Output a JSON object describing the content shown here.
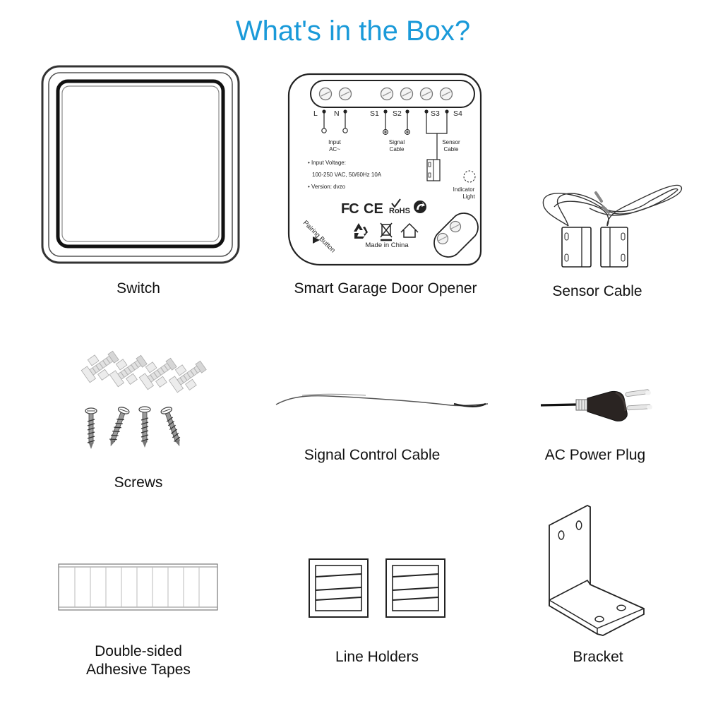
{
  "title": "What's in the Box?",
  "items": {
    "switch": {
      "label": "Switch"
    },
    "opener": {
      "label": "Smart Garage Door Opener",
      "terminals": [
        "L",
        "N",
        "S1",
        "S2",
        "S3",
        "S4"
      ],
      "input_label": [
        "Input",
        "AC~"
      ],
      "signal_label": [
        "Signal",
        "Cable"
      ],
      "sensor_label": [
        "Sensor",
        "Cable"
      ],
      "spec_voltage": "• Input Voltage:",
      "spec_range": "100-250 VAC, 50/60Hz 10A",
      "spec_version": "• Version: dvzo",
      "indicator_label": [
        "Indicator",
        "Light"
      ],
      "pairing_label": "Pairing Button",
      "made_in": "Made in China",
      "cert_fc": "FC",
      "cert_ce": "CE",
      "cert_rohs": "RoHS"
    },
    "sensor_cable": {
      "label": "Sensor Cable"
    },
    "screws": {
      "label": "Screws"
    },
    "signal_cable": {
      "label": "Signal Control Cable"
    },
    "power_plug": {
      "label": "AC Power Plug"
    },
    "tapes": {
      "label_line1": "Double-sided",
      "label_line2": "Adhesive Tapes"
    },
    "line_holders": {
      "label": "Line Holders"
    },
    "bracket": {
      "label": "Bracket"
    }
  },
  "colors": {
    "title": "#1a9ad9",
    "outline": "#333333",
    "plug": "#2a2422"
  }
}
